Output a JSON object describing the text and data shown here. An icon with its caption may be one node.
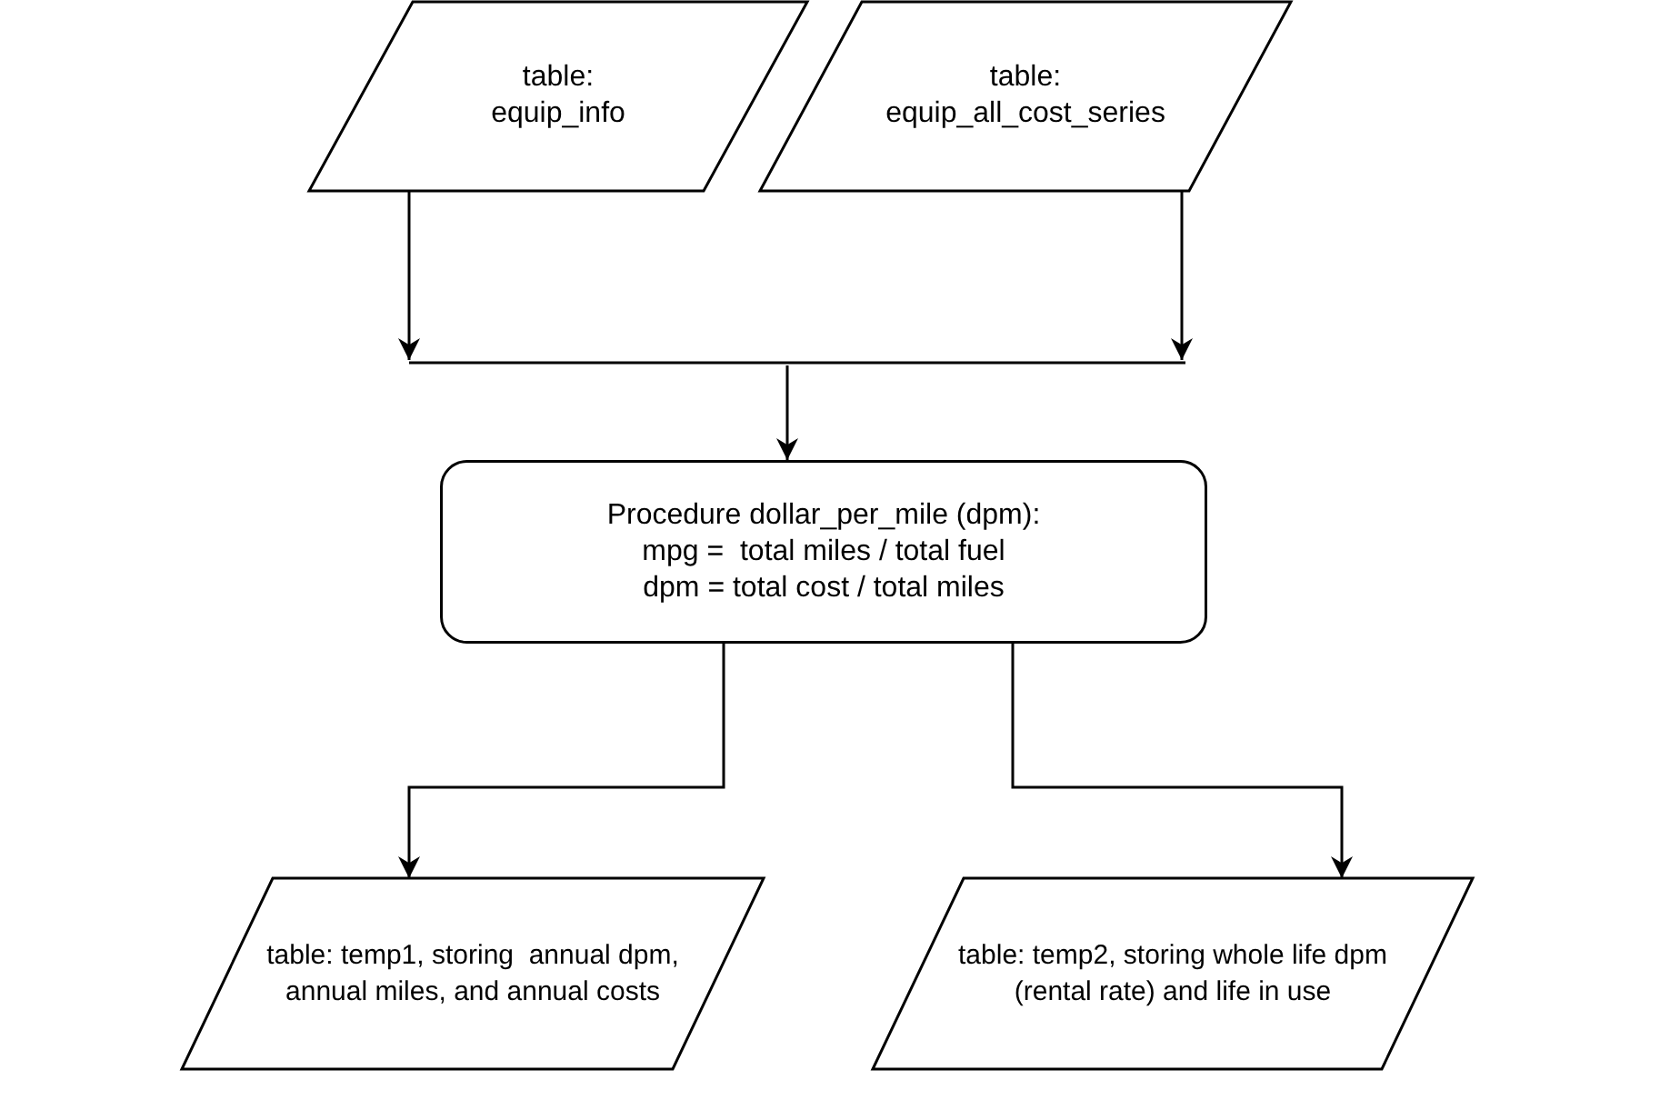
{
  "diagram": {
    "nodes": [
      {
        "text": [
          "table: equip_info"
        ]
      },
      {
        "text": [
          "table: equip_all_cost_series"
        ]
      },
      {
        "text": [],
        "shape": "bar"
      },
      {
        "text": [
          "Procedure dollar_per_mile (dpm):",
          "mpg =  total miles / total fuel",
          "dpm = total cost / total miles"
        ]
      },
      {
        "text": [
          "table: temp1, storing  annual dpm, annual miles, and annual costs"
        ]
      },
      {
        "text": [
          "table: temp2, storing whole life dpm (rental rate) and life in use"
        ]
      }
    ],
    "edges": [
      {
        "from": 0,
        "to": 2,
        "arrow": "to"
      },
      {
        "from": 1,
        "to": 2,
        "arrow": "to"
      },
      {
        "from": 2,
        "to": 3,
        "arrow": "to"
      },
      {
        "from": 3,
        "to": 4,
        "arrow": "to"
      },
      {
        "from": 3,
        "to": 5,
        "arrow": "to"
      }
    ]
  }
}
